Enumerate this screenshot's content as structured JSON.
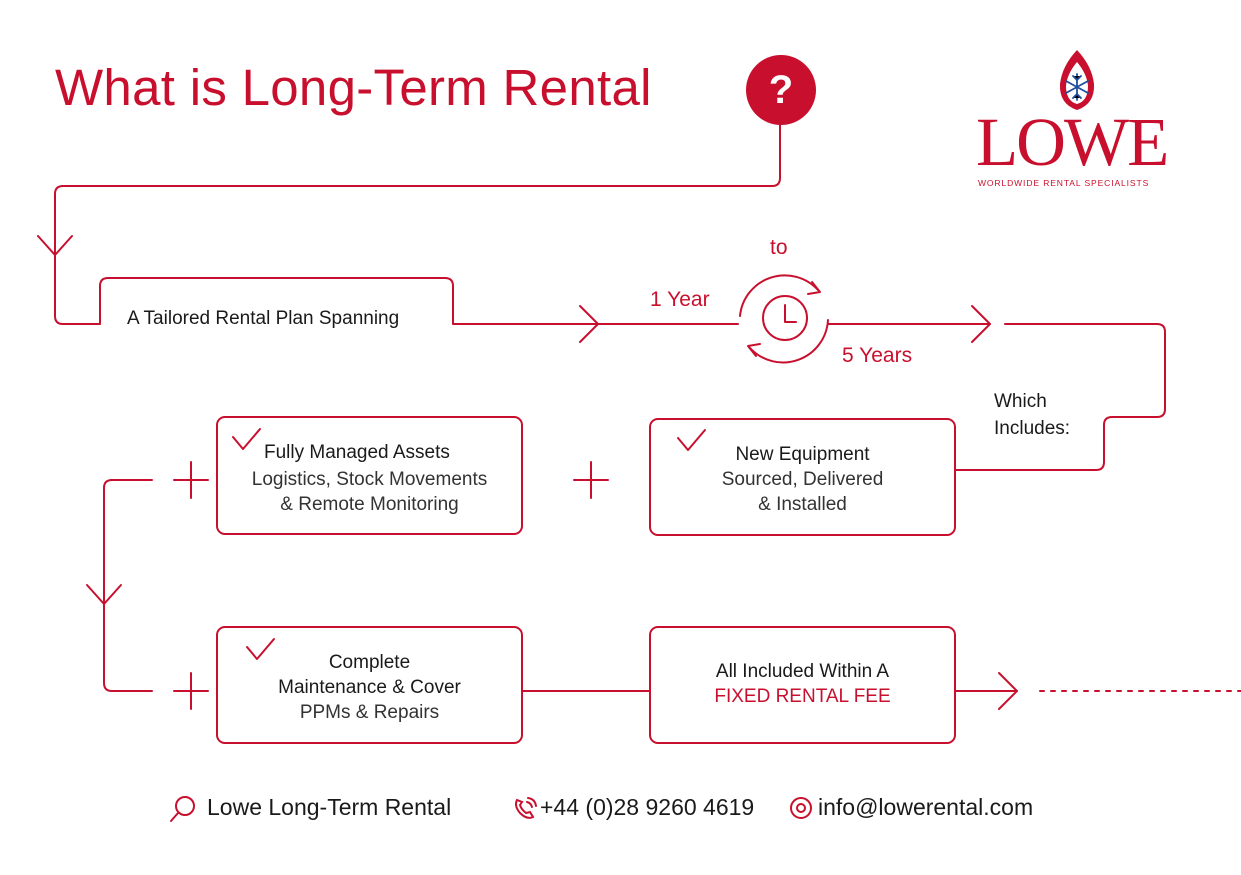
{
  "header": {
    "title": "What is Long-Term Rental",
    "question_mark": "?"
  },
  "logo": {
    "icon": "flame-snowflake-icon",
    "wordmark": "LOWE",
    "tagline": "WORLDWIDE RENTAL SPECIALISTS"
  },
  "flow": {
    "plan_label": "A Tailored Rental Plan Spanning",
    "from": "1 Year",
    "to_word": "to",
    "to": "5 Years",
    "includes_line1": "Which",
    "includes_line2": "Includes:"
  },
  "boxes": {
    "new_equipment": {
      "title": "New Equipment",
      "line1": "Sourced, Delivered",
      "line2": "& Installed"
    },
    "managed_assets": {
      "title": "Fully Managed Assets",
      "line1": "Logistics, Stock Movements",
      "line2": "& Remote Monitoring"
    },
    "maintenance": {
      "title1": "Complete",
      "title2": "Maintenance & Cover",
      "line1": "PPMs & Repairs"
    },
    "fixed_fee": {
      "line1": "All Included Within A",
      "highlight": "FIXED RENTAL FEE"
    }
  },
  "footer": {
    "search_text": "Lowe Long-Term Rental",
    "phone": "+44 (0)28 9260 4619",
    "email": "info@lowerental.com"
  },
  "colors": {
    "brand_red": "#c8102e",
    "logo_blue": "#1f4e9c",
    "text_dark": "#1a1a1a"
  }
}
